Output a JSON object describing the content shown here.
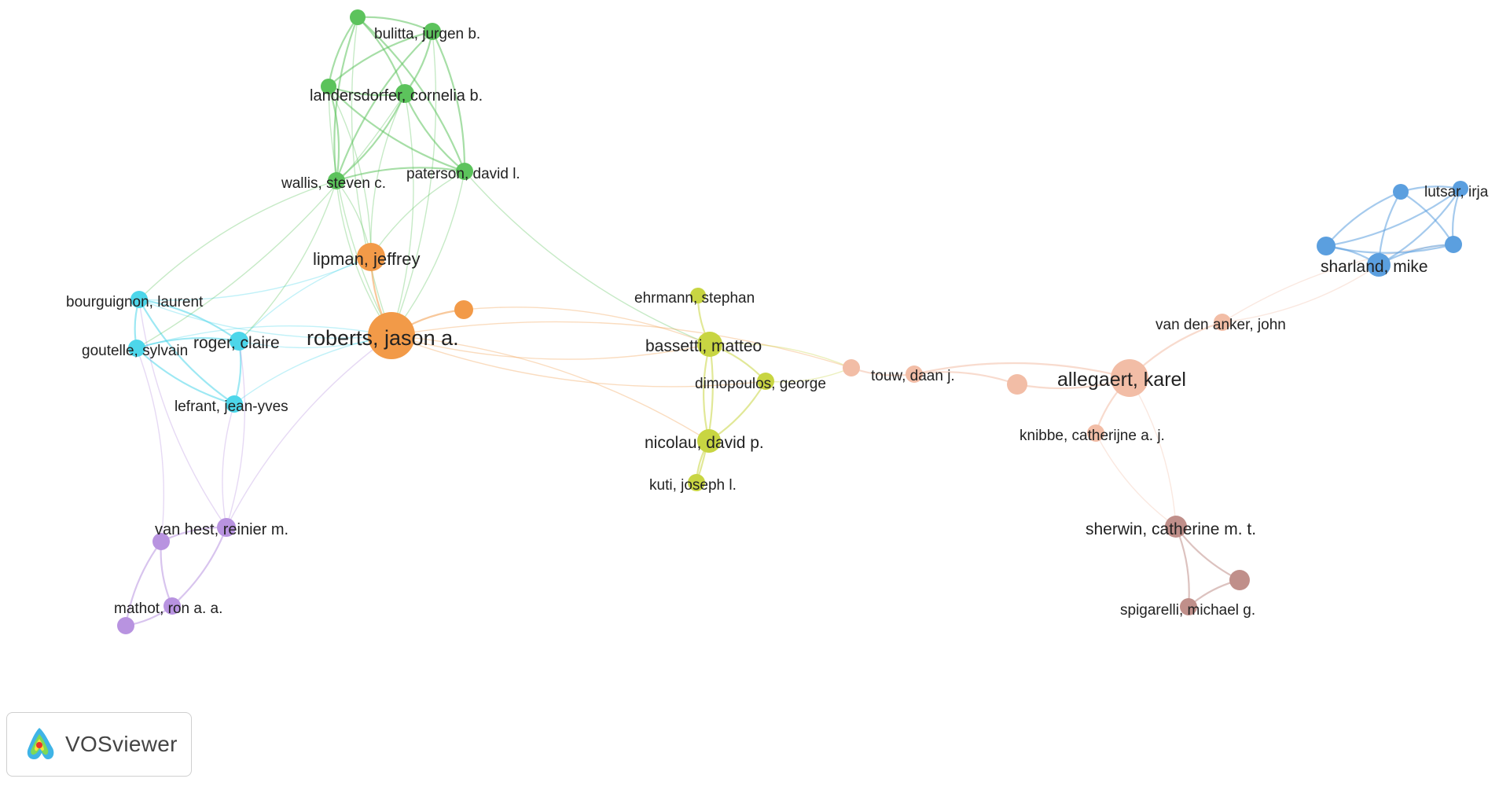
{
  "app": {
    "name": "VOSviewer"
  },
  "colors": {
    "green": "#5cc35c",
    "orange": "#f29a48",
    "cyan": "#4dd6ea",
    "yellow": "#c8d542",
    "peach": "#f2bda6",
    "blue": "#5b9fdf",
    "purple": "#b893e0",
    "brown": "#c08f8a"
  },
  "nodes": [
    {
      "id": "g1",
      "label": "",
      "cluster": "green"
    },
    {
      "id": "g2",
      "label": "bulitta, jurgen b.",
      "cluster": "green"
    },
    {
      "id": "g3",
      "label": "",
      "cluster": "green"
    },
    {
      "id": "g4",
      "label": "landersdorfer, cornelia b.",
      "cluster": "green"
    },
    {
      "id": "g5",
      "label": "wallis, steven c.",
      "cluster": "green"
    },
    {
      "id": "g6",
      "label": "paterson, david l.",
      "cluster": "green"
    },
    {
      "id": "o1",
      "label": "lipman, jeffrey",
      "cluster": "orange"
    },
    {
      "id": "o2",
      "label": "roberts, jason a.",
      "cluster": "orange"
    },
    {
      "id": "o3",
      "label": "",
      "cluster": "orange"
    },
    {
      "id": "c1",
      "label": "bourguignon, laurent",
      "cluster": "cyan"
    },
    {
      "id": "c2",
      "label": "goutelle, sylvain",
      "cluster": "cyan"
    },
    {
      "id": "c3",
      "label": "roger, claire",
      "cluster": "cyan"
    },
    {
      "id": "c4",
      "label": "lefrant, jean-yves",
      "cluster": "cyan"
    },
    {
      "id": "p1",
      "label": "van hest, reinier m.",
      "cluster": "purple"
    },
    {
      "id": "p2",
      "label": "",
      "cluster": "purple"
    },
    {
      "id": "p3",
      "label": "mathot, ron a. a.",
      "cluster": "purple"
    },
    {
      "id": "p4",
      "label": "",
      "cluster": "purple"
    },
    {
      "id": "y1",
      "label": "ehrmann, stephan",
      "cluster": "yellow"
    },
    {
      "id": "y2",
      "label": "bassetti, matteo",
      "cluster": "yellow"
    },
    {
      "id": "y3",
      "label": "dimopoulos, george",
      "cluster": "yellow"
    },
    {
      "id": "y4",
      "label": "nicolau, david p.",
      "cluster": "yellow"
    },
    {
      "id": "y5",
      "label": "kuti, joseph l.",
      "cluster": "yellow"
    },
    {
      "id": "k1",
      "label": "",
      "cluster": "peach"
    },
    {
      "id": "k2",
      "label": "touw, daan j.",
      "cluster": "peach"
    },
    {
      "id": "k3",
      "label": "",
      "cluster": "peach"
    },
    {
      "id": "k4",
      "label": "allegaert, karel",
      "cluster": "peach"
    },
    {
      "id": "k5",
      "label": "knibbe, catherijne a. j.",
      "cluster": "peach"
    },
    {
      "id": "k6",
      "label": "van den anker, john",
      "cluster": "peach"
    },
    {
      "id": "b1",
      "label": "",
      "cluster": "blue"
    },
    {
      "id": "b2",
      "label": "lutsar, irja",
      "cluster": "blue"
    },
    {
      "id": "b3",
      "label": "",
      "cluster": "blue"
    },
    {
      "id": "b4",
      "label": "",
      "cluster": "blue"
    },
    {
      "id": "b5",
      "label": "sharland, mike",
      "cluster": "blue"
    },
    {
      "id": "r1",
      "label": "sherwin, catherine m. t.",
      "cluster": "brown"
    },
    {
      "id": "r2",
      "label": "",
      "cluster": "brown"
    },
    {
      "id": "r3",
      "label": "spigarelli, michael g.",
      "cluster": "brown"
    }
  ],
  "links": [
    [
      "g1",
      "g2"
    ],
    [
      "g1",
      "g3"
    ],
    [
      "g1",
      "g4"
    ],
    [
      "g1",
      "g5"
    ],
    [
      "g1",
      "g6"
    ],
    [
      "g2",
      "g3"
    ],
    [
      "g2",
      "g4"
    ],
    [
      "g2",
      "g5"
    ],
    [
      "g2",
      "g6"
    ],
    [
      "g3",
      "g4"
    ],
    [
      "g3",
      "g5"
    ],
    [
      "g3",
      "g6"
    ],
    [
      "g4",
      "g5"
    ],
    [
      "g4",
      "g6"
    ],
    [
      "g5",
      "g6"
    ],
    [
      "g1",
      "o2"
    ],
    [
      "g2",
      "o2"
    ],
    [
      "g3",
      "o2"
    ],
    [
      "g4",
      "o2"
    ],
    [
      "g5",
      "o2"
    ],
    [
      "g6",
      "o2"
    ],
    [
      "g4",
      "o1"
    ],
    [
      "g5",
      "o1"
    ],
    [
      "g6",
      "o1"
    ],
    [
      "g3",
      "o1"
    ],
    [
      "o1",
      "o2"
    ],
    [
      "o2",
      "o3"
    ],
    [
      "c1",
      "c2"
    ],
    [
      "c1",
      "c3"
    ],
    [
      "c1",
      "c4"
    ],
    [
      "c2",
      "c3"
    ],
    [
      "c2",
      "c4"
    ],
    [
      "c3",
      "c4"
    ],
    [
      "c1",
      "o2"
    ],
    [
      "c2",
      "o2"
    ],
    [
      "c3",
      "o2"
    ],
    [
      "c4",
      "o2"
    ],
    [
      "c1",
      "o1"
    ],
    [
      "c3",
      "o1"
    ],
    [
      "c5x",
      "o2"
    ],
    [
      "g5",
      "c3"
    ],
    [
      "g5",
      "c1"
    ],
    [
      "g4",
      "c2"
    ],
    [
      "p1",
      "p2"
    ],
    [
      "p1",
      "p3"
    ],
    [
      "p2",
      "p3"
    ],
    [
      "p3",
      "p4"
    ],
    [
      "p2",
      "p4"
    ],
    [
      "p1",
      "o2"
    ],
    [
      "p1",
      "c3"
    ],
    [
      "p1",
      "c4"
    ],
    [
      "p2",
      "c2"
    ],
    [
      "p1",
      "c1"
    ],
    [
      "y1",
      "y2"
    ],
    [
      "y2",
      "y3"
    ],
    [
      "y2",
      "y4"
    ],
    [
      "y3",
      "y4"
    ],
    [
      "y4",
      "y5"
    ],
    [
      "y2",
      "y5"
    ],
    [
      "o2",
      "y2"
    ],
    [
      "o2",
      "y4"
    ],
    [
      "o2",
      "y3"
    ],
    [
      "o3",
      "y2"
    ],
    [
      "g6",
      "y2"
    ],
    [
      "o2",
      "k1"
    ],
    [
      "y3",
      "k1"
    ],
    [
      "y2",
      "k1"
    ],
    [
      "k1",
      "k2"
    ],
    [
      "k2",
      "k3"
    ],
    [
      "k3",
      "k4"
    ],
    [
      "k2",
      "k4"
    ],
    [
      "k4",
      "k5"
    ],
    [
      "k4",
      "k6"
    ],
    [
      "k5",
      "r1"
    ],
    [
      "k4",
      "r1"
    ],
    [
      "r1",
      "r2"
    ],
    [
      "r1",
      "r3"
    ],
    [
      "r2",
      "r3"
    ],
    [
      "k6",
      "b4"
    ],
    [
      "k6",
      "b5"
    ],
    [
      "b1",
      "b2"
    ],
    [
      "b1",
      "b3"
    ],
    [
      "b1",
      "b4"
    ],
    [
      "b1",
      "b5"
    ],
    [
      "b2",
      "b3"
    ],
    [
      "b2",
      "b4"
    ],
    [
      "b2",
      "b5"
    ],
    [
      "b3",
      "b4"
    ],
    [
      "b3",
      "b5"
    ],
    [
      "b4",
      "b5"
    ]
  ]
}
